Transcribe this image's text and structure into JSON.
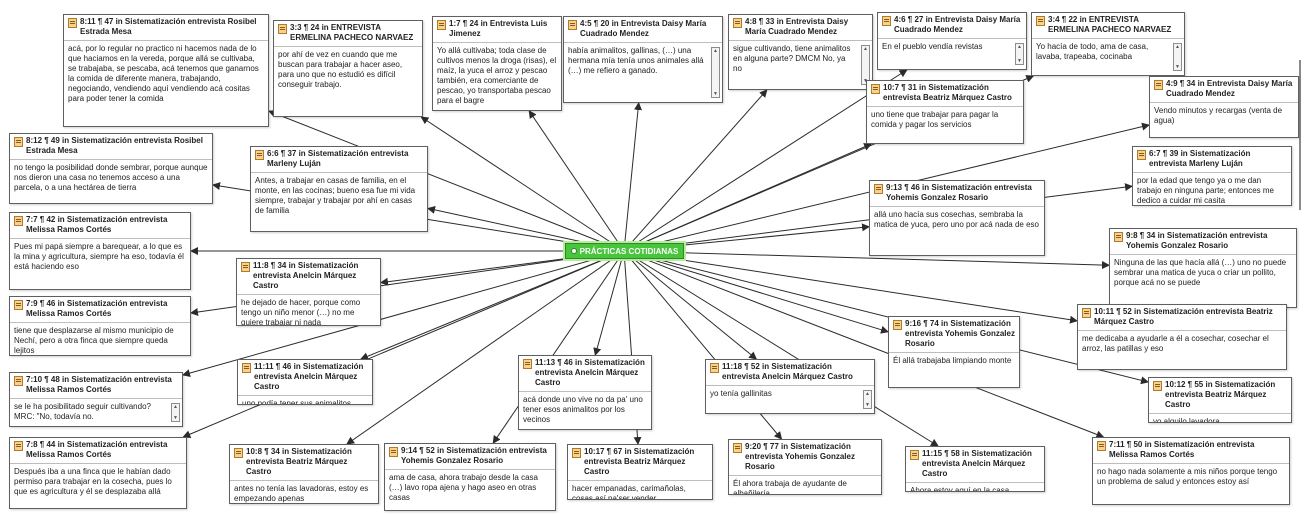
{
  "central": {
    "label": "PRÁCTICAS COTIDIANAS"
  },
  "quotes": [
    {
      "id": "q1",
      "title": "8:11 ¶ 47 in Sistematización entrevista Rosibel Estrada Mesa",
      "text": "acá, por lo regular no practico ni hacemos nada de lo que haciamos en la vereda, porque allá se cultivaba, se trabajaba, se pescaba, acá tenemos que ganarnos la comida de diferente manera, trabajando, negociando, vendiendo aquí vendiendo acá cositas para poder tener la comida",
      "scroll": false
    },
    {
      "id": "q2",
      "title": "3:3 ¶ 24 in ENTREVISTA ERMELINA PACHECO NARVAEZ",
      "text": "por ahí de vez en cuando que me buscan para trabajar a hacer aseo, para uno que no estudió es difícil conseguir trabajo.",
      "scroll": false
    },
    {
      "id": "q3",
      "title": "1:7 ¶ 24 in Entrevista Luis Jimenez",
      "text": "Yo allá cultivaba; toda clase de cultivos menos la droga (risas), el maíz, la yuca el arroz y pescao también, era comerciante de pescao, yo transportaba pescao para el bagre",
      "scroll": false
    },
    {
      "id": "q4",
      "title": "4:5 ¶ 20 in Entrevista Daisy María Cuadrado Mendez",
      "text": "había animalitos, gallinas, (…) una hermana mía tenía unos animales allá (…) me refiero a ganado.",
      "scroll": true
    },
    {
      "id": "q5",
      "title": "4:8 ¶ 33 in Entrevista Daisy María Cuadrado Mendez",
      "text": "sigue cultivando, tiene animalitos en alguna parte? DMCM No, ya no",
      "scroll": true
    },
    {
      "id": "q6",
      "title": "4:6 ¶ 27 in Entrevista Daisy María Cuadrado Mendez",
      "text": "En el pueblo vendía revistas",
      "scroll": true
    },
    {
      "id": "q7",
      "title": "3:4 ¶ 22 in ENTREVISTA ERMELINA PACHECO NARVAEZ",
      "text": "Yo hacía de todo, ama de casa, lavaba, trapeaba, cocinaba",
      "scroll": true
    },
    {
      "id": "q8",
      "title": "10:7 ¶ 31 in Sistematización entrevista Beatriz Márquez Castro",
      "text": "uno tiene que trabajar para pagar la comida y pagar los servicios",
      "scroll": false
    },
    {
      "id": "q9",
      "title": "4:9 ¶ 34 in Entrevista Daisy María Cuadrado Mendez",
      "text": "Vendo minutos y recargas (venta de agua)",
      "scroll": false
    },
    {
      "id": "q10",
      "title": "8:12 ¶ 49 in Sistematización entrevista Rosibel Estrada Mesa",
      "text": "no tengo la posibilidad donde sembrar, porque aunque nos dieron una casa no tenemos acceso a una parcela, o a una hectárea de tierra",
      "scroll": false
    },
    {
      "id": "q11",
      "title": "6:6 ¶ 37 in Sistematización entrevista Marleny Luján",
      "text": "Antes, a trabajar en casas de familia, en el monte, en las cocinas; bueno esa fue mi vida siempre, trabajar y trabajar por ahí en casas de familia",
      "scroll": false
    },
    {
      "id": "q12",
      "title": "6:7 ¶ 39 in Sistematización entrevista Marleny Luján",
      "text": "por la edad que tengo ya o me dan trabajo en ninguna parte; entonces me dedico a cuidar mi casita",
      "scroll": false
    },
    {
      "id": "q13",
      "title": "9:13 ¶ 46 in Sistematización entrevista Yohemis Gonzalez Rosario",
      "text": "allá uno hacía sus cosechas, sembraba la matica de yuca, pero uno por acá nada de eso",
      "scroll": false
    },
    {
      "id": "q14",
      "title": "7:7 ¶ 42 in Sistematización entrevista Melissa Ramos Cortés",
      "text": "Pues mi papá siempre a barequear, a lo que es la mina y agricultura, siempre ha eso, todavía él está haciendo eso",
      "scroll": false
    },
    {
      "id": "q15",
      "title": "9:8 ¶ 34 in Sistematización entrevista Yohemis Gonzalez Rosario",
      "text": "Ninguna de las que hacía allá (…) uno no puede sembrar una matica de yuca o criar un pollito, porque acá no se puede",
      "scroll": false
    },
    {
      "id": "q16",
      "title": "11:8 ¶ 34 in Sistematización entrevista Anelcin Márquez Castro",
      "text": "he dejado de hacer, porque como tengo un niño menor (…) no me quiere trabajar ni nada",
      "scroll": false
    },
    {
      "id": "q17",
      "title": "7:9 ¶ 46 in Sistematización entrevista Melissa Ramos Cortés",
      "text": "tiene que desplazarse al mismo municipio de Nechí, pero a otra finca que siempre queda lejitos",
      "scroll": false
    },
    {
      "id": "q18",
      "title": "9:16 ¶ 74 in Sistematización entrevista Yohemis Gonzalez Rosario",
      "text": "Él allá trabajaba limpiando monte",
      "scroll": false
    },
    {
      "id": "q19",
      "title": "10:11 ¶ 52 in Sistematización entrevista Beatriz Márquez Castro",
      "text": "me dedicaba a ayudarle a él a cosechar, cosechar el arroz, las patillas y eso",
      "scroll": false
    },
    {
      "id": "q20",
      "title": "7:10 ¶ 48 in Sistematización entrevista Melissa Ramos Cortés",
      "text": "se le ha posibilitado seguir cultivando? MRC: \"No, todavía no.",
      "scroll": true
    },
    {
      "id": "q21",
      "title": "11:11 ¶ 46 in Sistematización entrevista Anelcin Márquez Castro",
      "text": "uno podía tener sus animalitos",
      "scroll": false
    },
    {
      "id": "q22",
      "title": "11:13 ¶ 46 in Sistematización entrevista Anelcin Márquez Castro",
      "text": "acá donde uno vive no da pa' uno tener esos animalitos por los vecinos",
      "scroll": false
    },
    {
      "id": "q23",
      "title": "11:18 ¶ 52 in Sistematización entrevista Anelcin Márquez Castro",
      "text": "yo tenía gallinitas",
      "scroll": true
    },
    {
      "id": "q24",
      "title": "10:12 ¶ 55 in Sistematización entrevista Beatriz Márquez Castro",
      "text": "yo alquilo lavadora",
      "scroll": false
    },
    {
      "id": "q25",
      "title": "7:8 ¶ 44 in Sistematización entrevista Melissa Ramos Cortés",
      "text": "Después iba a una finca que le habían dado permiso para trabajar en la cosecha, pues lo que es agricultura y él se desplazaba allá",
      "scroll": false
    },
    {
      "id": "q26",
      "title": "10:8 ¶ 34 in Sistematización entrevista Beatriz Márquez Castro",
      "text": "antes no tenía las lavadoras, estoy es empezando apenas",
      "scroll": false
    },
    {
      "id": "q27",
      "title": "9:14 ¶ 52 in Sistematización entrevista Yohemis Gonzalez Rosario",
      "text": "ama de casa, ahora trabajo desde la casa (…) lavo ropa ajena y hago aseo en otras casas",
      "scroll": false
    },
    {
      "id": "q28",
      "title": "10:17 ¶ 67 in Sistematización entrevista Beatriz Márquez Castro",
      "text": "hacer empanadas, carimañolas, cosas así pa'ser vender",
      "scroll": false
    },
    {
      "id": "q29",
      "title": "9:20 ¶ 77 in Sistematización entrevista Yohemis Gonzalez Rosario",
      "text": "Él ahora trabaja de ayudante de albañilería",
      "scroll": false
    },
    {
      "id": "q30",
      "title": "11:15 ¶ 58 in Sistematización entrevista Anelcin Márquez Castro",
      "text": "Ahora estoy aquí en la casa",
      "scroll": false
    },
    {
      "id": "q31",
      "title": "7:11 ¶ 50 in Sistematización entrevista Melissa Ramos Cortés",
      "text": "no hago nada solamente a mis niños porque tengo un problema de salud y entonces estoy así",
      "scroll": false
    }
  ]
}
